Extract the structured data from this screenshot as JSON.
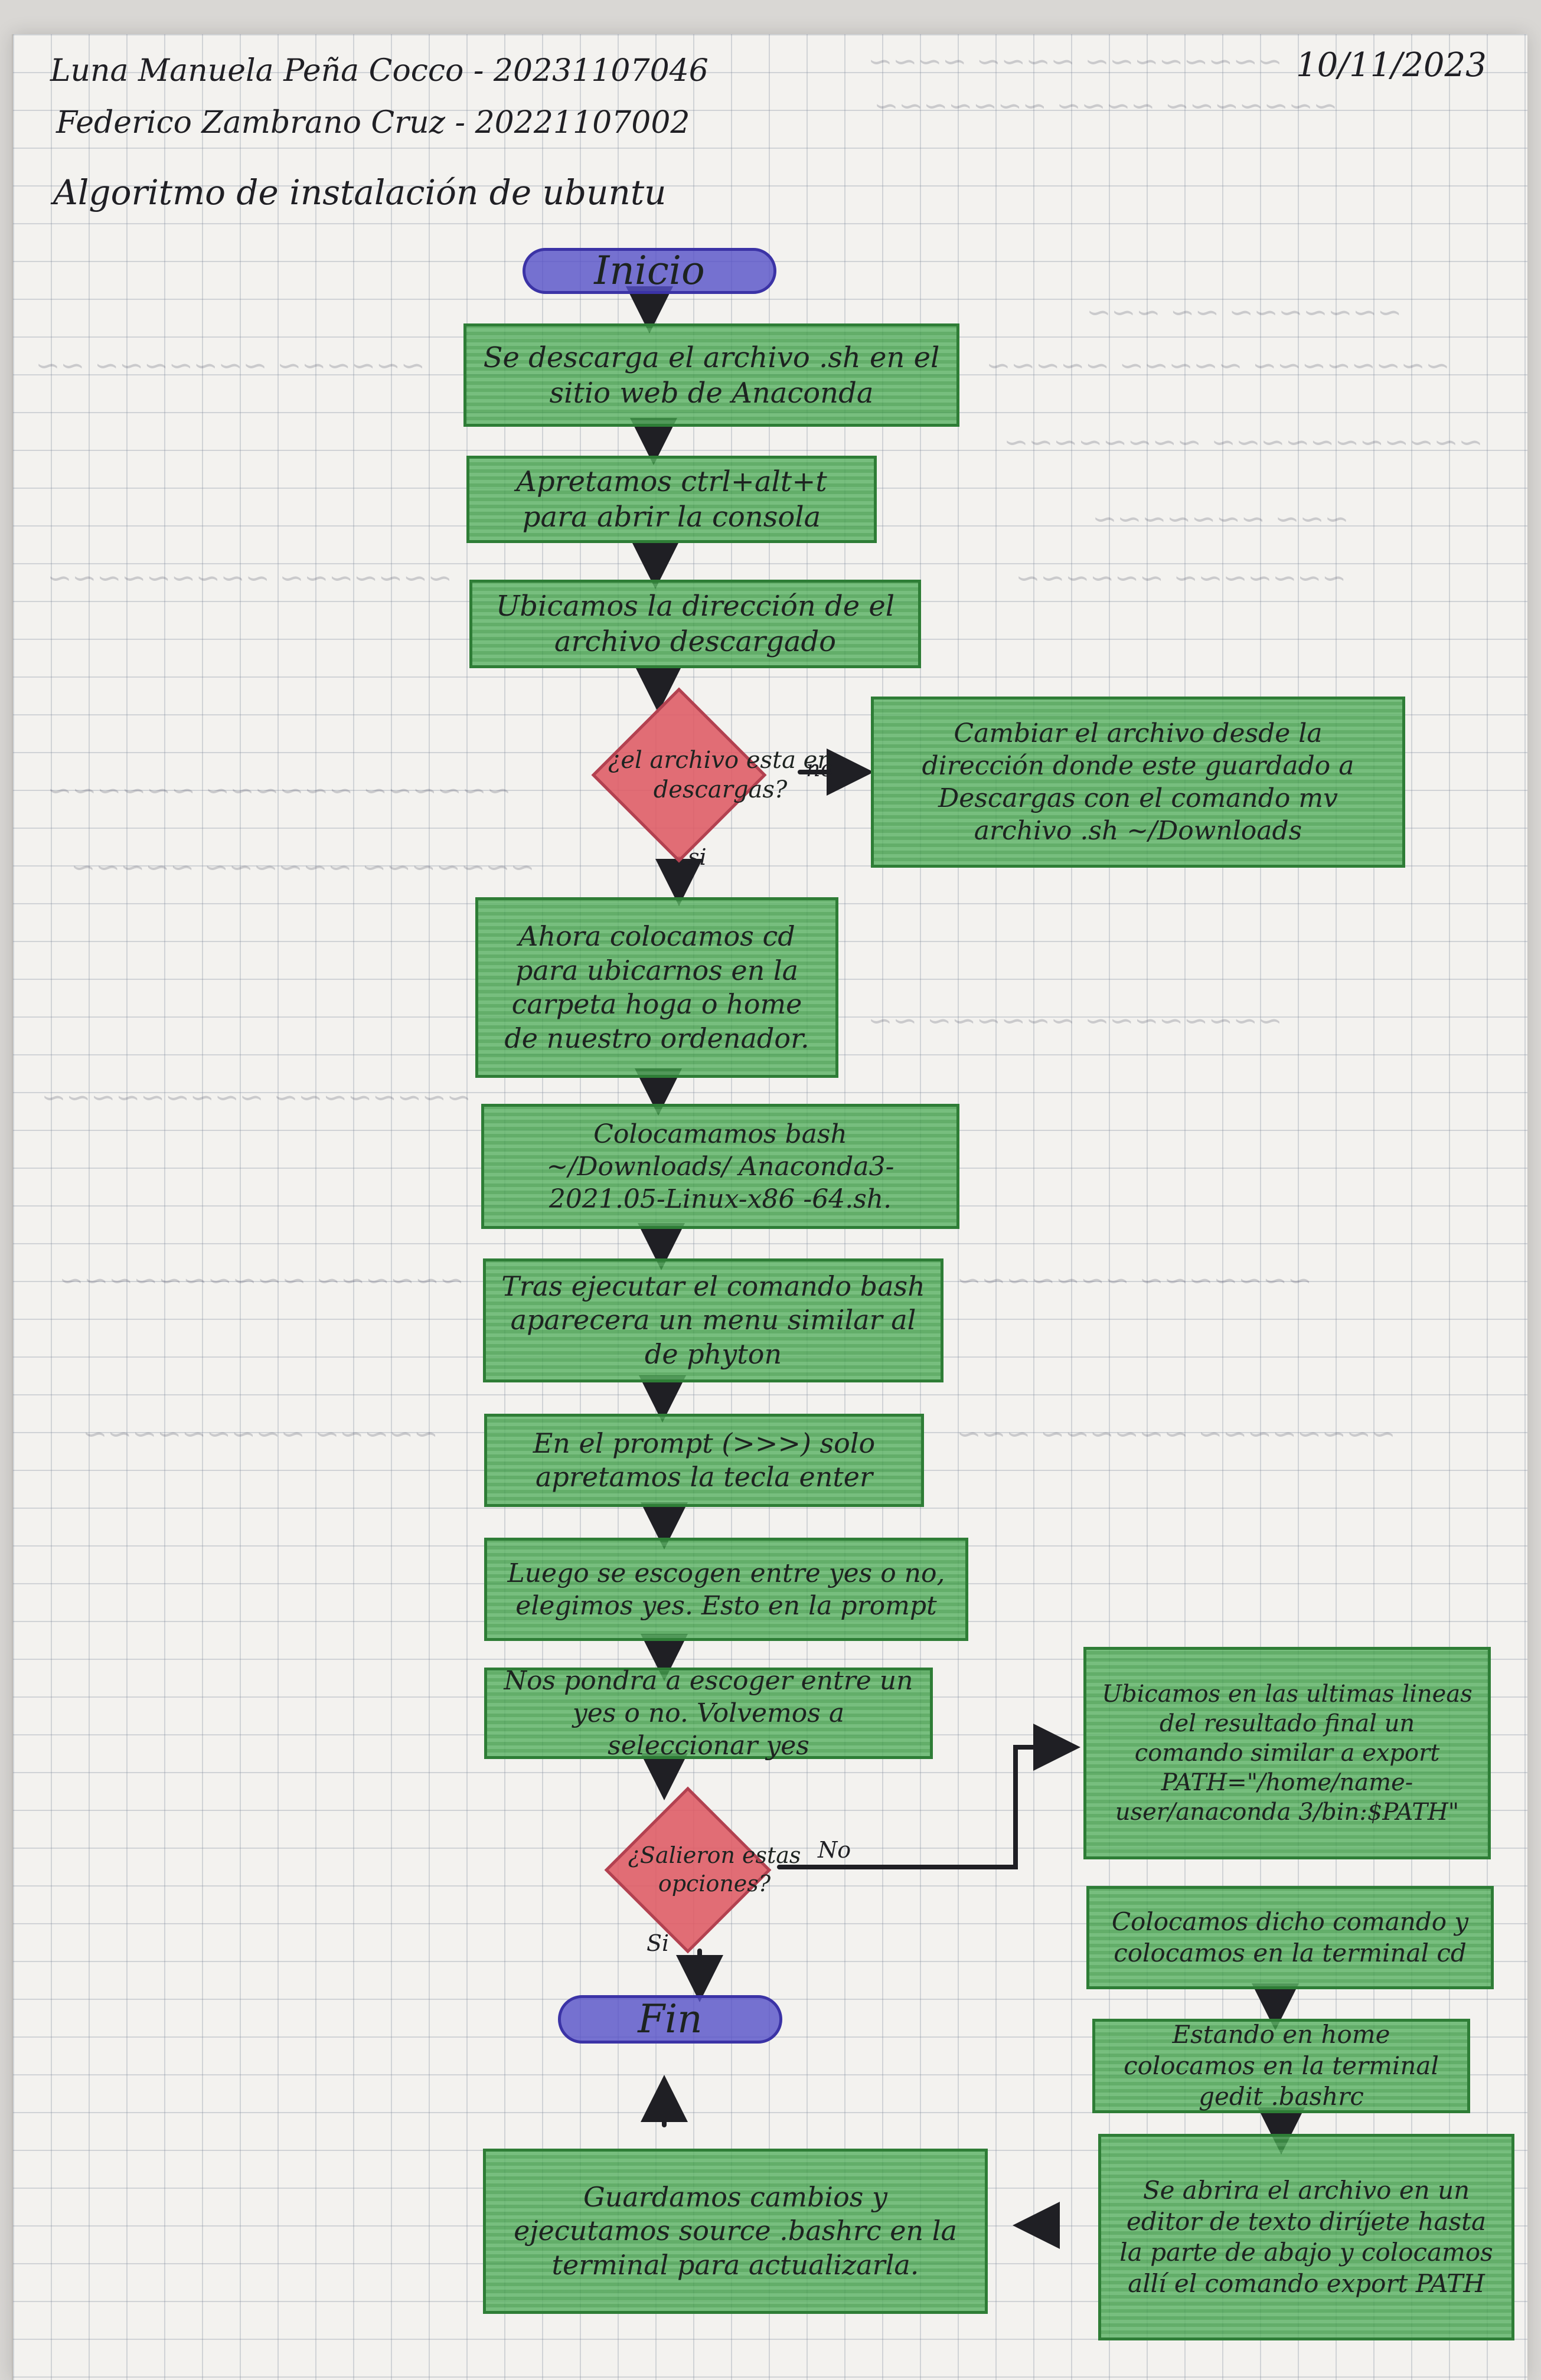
{
  "header": {
    "author_1": "Luna Manuela Peña Cocco - 20231107046",
    "author_2": "Federico Zambrano Cruz - 20221107002",
    "date": "10/11/2023",
    "title": "Algoritmo de instalación de ubuntu"
  },
  "flow": {
    "start": "Inicio",
    "end": "Fin",
    "step_download": "Se descarga el archivo .sh en el sitio web de Anaconda",
    "step_open_console": "Apretamos ctrl+alt+t para abrir la consola",
    "step_locate": "Ubicamos la dirección de el archivo descargado",
    "decision_in_downloads": "¿el archivo esta en descargas?",
    "decision_in_downloads_no": "no",
    "decision_in_downloads_yes": "si",
    "step_move_file": "Cambiar el archivo desde la dirección donde este guardado a Descargas con el comando mv archivo .sh ~/Downloads",
    "step_cd": "Ahora colocamos cd para ubicarnos en la carpeta hoga o home de nuestro ordenador.",
    "step_bash": "Colocamamos bash ~/Downloads/ Anaconda3-2021.05-Linux-x86 -64.sh.",
    "step_menu": "Tras ejecutar el comando bash aparecera un menu similar al de phyton",
    "step_prompt_enter": "En el prompt (>>>) solo apretamos la tecla enter",
    "step_choose_yes": "Luego se escogen entre yes o no, elegimos yes. Esto en la prompt",
    "step_choose_again": "Nos pondra a escoger entre un yes o no. Volvemos a seleccionar yes",
    "decision_options": "¿Salieron estas opciones?",
    "decision_options_no": "No",
    "decision_options_yes": "Si",
    "step_locate_export": "Ubicamos en las ultimas lineas del resultado final un comando similar a export PATH=\"/home/name-user/anaconda 3/bin:$PATH\"",
    "step_copy_command": "Colocamos dicho comando y colocamos en la terminal cd",
    "step_gedit": "Estando en home colocamos en la terminal gedit .bashrc",
    "step_edit_file": "Se abrira el archivo en un editor de texto diríjete hasta la parte de abajo y colocamos allí el comando export PATH",
    "step_save": "Guardamos cambios y ejecutamos source .bashrc en la terminal para actualizarla."
  },
  "colors": {
    "process": "#45a84f",
    "decision": "#de5a64",
    "terminal": "#5550c8",
    "ink": "#1f1f24"
  }
}
